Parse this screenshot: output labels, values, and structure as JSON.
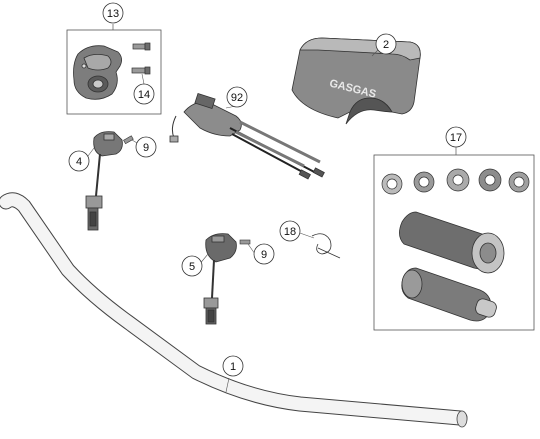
{
  "diagram": {
    "callouts": [
      {
        "id": "c13",
        "label": "13"
      },
      {
        "id": "c14",
        "label": "14"
      },
      {
        "id": "c2",
        "label": "2"
      },
      {
        "id": "c92",
        "label": "92"
      },
      {
        "id": "c9a",
        "label": "9"
      },
      {
        "id": "c4",
        "label": "4"
      },
      {
        "id": "c17",
        "label": "17"
      },
      {
        "id": "c18",
        "label": "18"
      },
      {
        "id": "c9b",
        "label": "9"
      },
      {
        "id": "c5",
        "label": "5"
      },
      {
        "id": "c1",
        "label": "1"
      }
    ],
    "pad_logo_text": "GASGAS"
  }
}
